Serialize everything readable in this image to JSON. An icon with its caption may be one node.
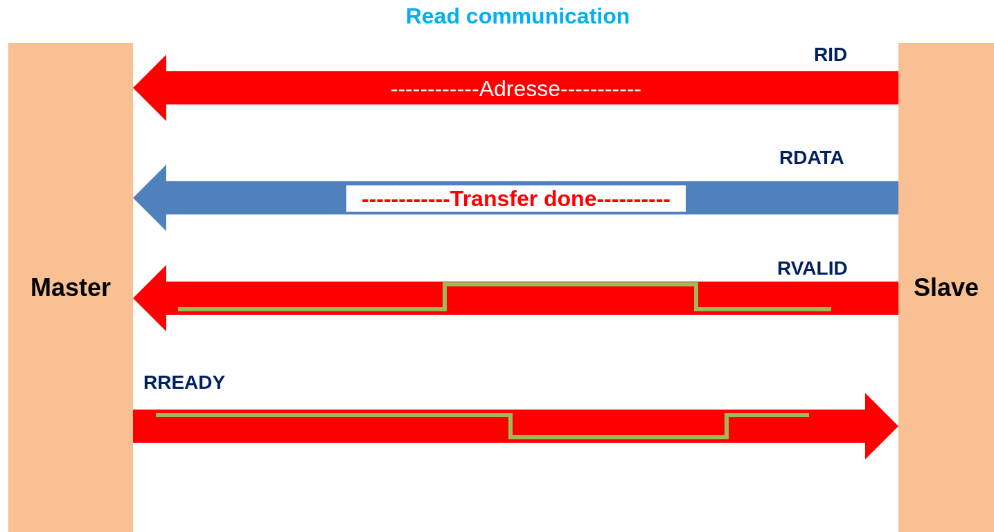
{
  "diagram": {
    "title": "Read communication",
    "nodes": [
      {
        "text": [
          "Master"
        ]
      },
      {
        "text": [
          "Slave"
        ]
      }
    ],
    "edges": [
      {
        "from": 1,
        "to": 0,
        "arrow": "to",
        "label": "------------Adresse-----------"
      },
      {
        "from": 1,
        "to": 0,
        "arrow": "to",
        "label": "------------Transfer done----------",
        "color": "#4f81bd"
      },
      {
        "from": 1,
        "to": 0,
        "arrow": "to"
      },
      {
        "from": 0,
        "to": 1,
        "arrow": "to"
      }
    ],
    "labels": [
      "RID",
      "RDATA",
      "RVALID",
      "RREADY"
    ]
  }
}
